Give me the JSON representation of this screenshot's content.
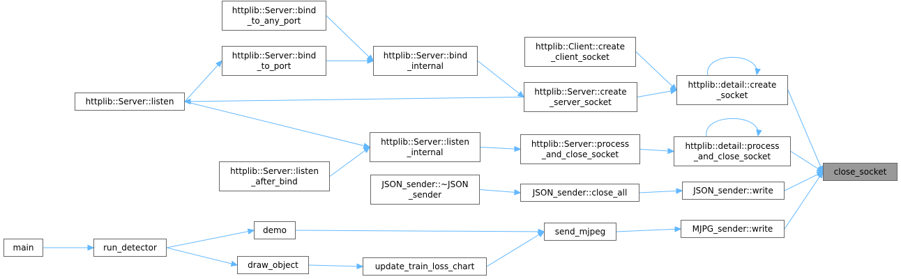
{
  "graph": {
    "edge_color": "#63b8ff",
    "root_fill": "#999999",
    "node_border": "#666666",
    "nodes": [
      {
        "id": "close_socket",
        "label": "close_socket",
        "root": true
      },
      {
        "id": "create_socket",
        "label": "httplib::detail::create\n_socket"
      },
      {
        "id": "detail_process",
        "label": "httplib::detail::process\n_and_close_socket"
      },
      {
        "id": "jsw",
        "label": "JSON_sender::write"
      },
      {
        "id": "mjw",
        "label": "MJPG_sender::write"
      },
      {
        "id": "client_create",
        "label": "httplib::Client::create\n_client_socket"
      },
      {
        "id": "server_create",
        "label": "httplib::Server::create\n_server_socket"
      },
      {
        "id": "server_process",
        "label": "httplib::Server::process\n_and_close_socket"
      },
      {
        "id": "close_all",
        "label": "JSON_sender::close_all"
      },
      {
        "id": "send_mjpeg",
        "label": "send_mjpeg"
      },
      {
        "id": "bind_internal",
        "label": "httplib::Server::bind\n_internal"
      },
      {
        "id": "listen",
        "label": "httplib::Server::listen"
      },
      {
        "id": "listen_internal",
        "label": "httplib::Server::listen\n_internal"
      },
      {
        "id": "json_dtor",
        "label": "JSON_sender::~JSON\n_sender"
      },
      {
        "id": "demo",
        "label": "demo"
      },
      {
        "id": "update_chart",
        "label": "update_train_loss_chart"
      },
      {
        "id": "bind_any",
        "label": "httplib::Server::bind\n_to_any_port"
      },
      {
        "id": "bind_port",
        "label": "httplib::Server::bind\n_to_port"
      },
      {
        "id": "listen_after",
        "label": "httplib::Server::listen\n_after_bind"
      },
      {
        "id": "run_detector",
        "label": "run_detector"
      },
      {
        "id": "draw_object",
        "label": "draw_object"
      },
      {
        "id": "main",
        "label": "main"
      }
    ],
    "edges": [
      {
        "from": "create_socket",
        "to": "close_socket"
      },
      {
        "from": "detail_process",
        "to": "close_socket"
      },
      {
        "from": "jsw",
        "to": "close_socket"
      },
      {
        "from": "mjw",
        "to": "close_socket"
      },
      {
        "from": "create_socket",
        "to": "create_socket",
        "self": true
      },
      {
        "from": "detail_process",
        "to": "detail_process",
        "self": true
      },
      {
        "from": "client_create",
        "to": "create_socket"
      },
      {
        "from": "server_create",
        "to": "create_socket"
      },
      {
        "from": "server_process",
        "to": "detail_process"
      },
      {
        "from": "close_all",
        "to": "jsw"
      },
      {
        "from": "send_mjpeg",
        "to": "mjw"
      },
      {
        "from": "bind_internal",
        "to": "server_create"
      },
      {
        "from": "server_create",
        "to": "listen"
      },
      {
        "from": "listen_internal",
        "to": "server_process"
      },
      {
        "from": "json_dtor",
        "to": "close_all"
      },
      {
        "from": "demo",
        "to": "send_mjpeg"
      },
      {
        "from": "update_chart",
        "to": "send_mjpeg"
      },
      {
        "from": "bind_any",
        "to": "bind_internal"
      },
      {
        "from": "bind_port",
        "to": "bind_internal"
      },
      {
        "from": "listen",
        "to": "bind_port"
      },
      {
        "from": "listen",
        "to": "listen_internal"
      },
      {
        "from": "listen_after",
        "to": "listen_internal"
      },
      {
        "from": "run_detector",
        "to": "demo"
      },
      {
        "from": "run_detector",
        "to": "draw_object"
      },
      {
        "from": "draw_object",
        "to": "update_chart"
      },
      {
        "from": "main",
        "to": "run_detector"
      }
    ]
  }
}
